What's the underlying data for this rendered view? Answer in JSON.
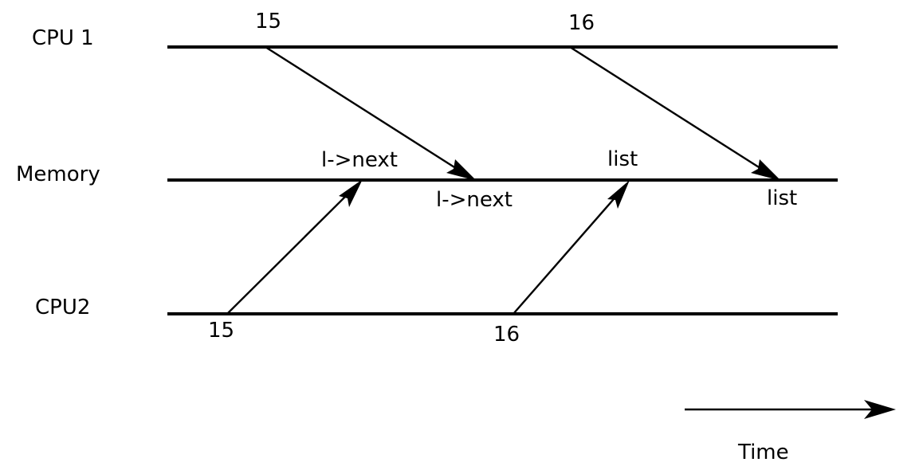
{
  "rows": {
    "cpu1": "CPU 1",
    "memory": "Memory",
    "cpu2": "CPU2"
  },
  "cpu1_events": {
    "first": "15",
    "second": "16"
  },
  "cpu2_events": {
    "first": "15",
    "second": "16"
  },
  "memory_labels": {
    "cpu2_write_first": "l->next",
    "cpu1_write_first": "l->next",
    "cpu2_write_second": "list",
    "cpu1_write_second": "list"
  },
  "time_label": "Time"
}
